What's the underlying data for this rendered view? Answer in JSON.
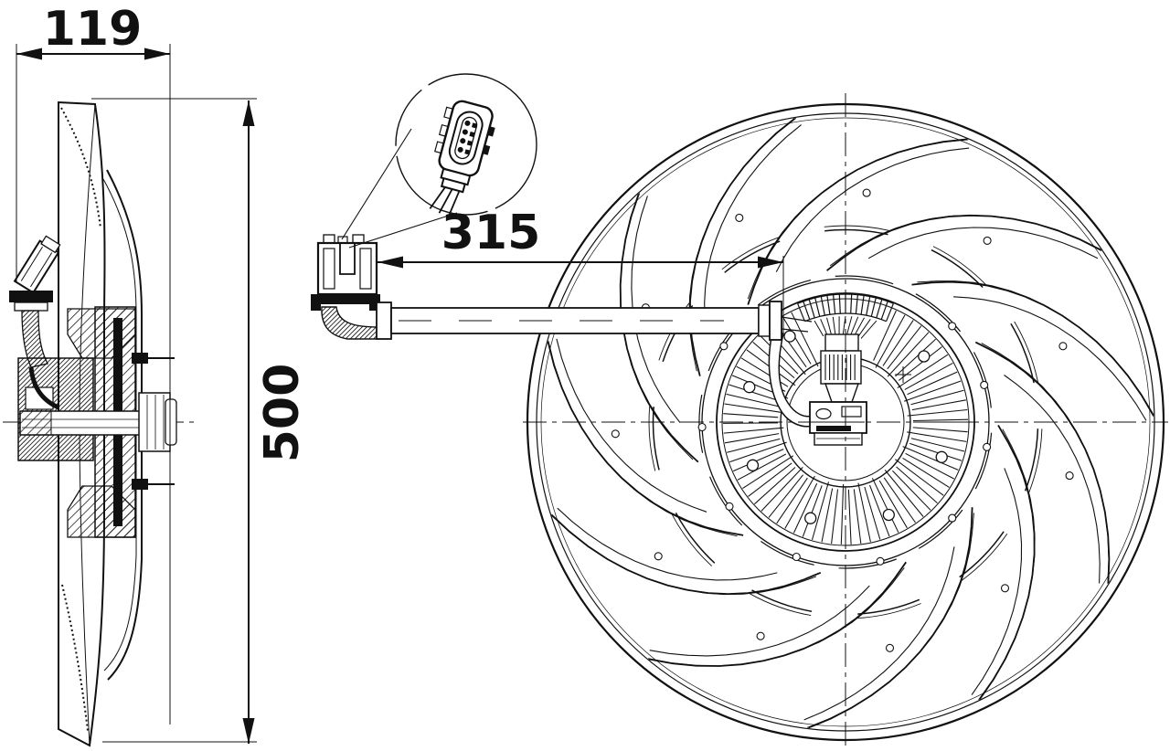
{
  "drawing": {
    "background_color": "#ffffff",
    "line_color": "#111111",
    "dimensions": {
      "depth_mm": "119",
      "overall_diameter_mm": "500",
      "harness_length_mm": "315"
    }
  }
}
